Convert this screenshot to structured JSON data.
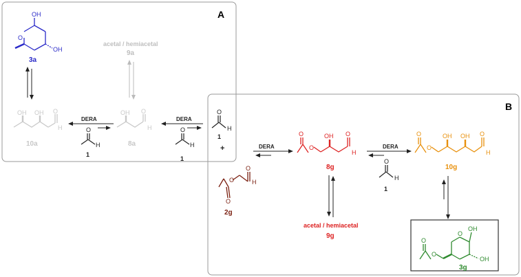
{
  "panels": {
    "a": {
      "label": "A"
    },
    "b": {
      "label": "B"
    }
  },
  "reagents": {
    "enzyme": "DERA",
    "plus": "+"
  },
  "compounds": {
    "c3a": {
      "label": "3a",
      "color": "#2a2ac8"
    },
    "c9a": {
      "label": "9a",
      "name": "acetal / hemiacetal",
      "color": "#bfbfbf"
    },
    "c10a": {
      "label": "10a",
      "color": "#c8c8c8"
    },
    "c8a": {
      "label": "8a",
      "color": "#c8c8c8"
    },
    "c1": {
      "label": "1",
      "color": "#222222"
    },
    "c2g": {
      "label": "2g",
      "color": "#7a1f10"
    },
    "c8g": {
      "label": "8g",
      "color": "#dd2222"
    },
    "c9g": {
      "label": "9g",
      "name": "acetal / hemiacetal",
      "color": "#dd2222"
    },
    "c10g": {
      "label": "10g",
      "color": "#e8900c"
    },
    "c3g": {
      "label": "3g",
      "color": "#2e8a2e"
    }
  },
  "atoms": {
    "oh": "OH",
    "o": "O",
    "h": "H"
  }
}
